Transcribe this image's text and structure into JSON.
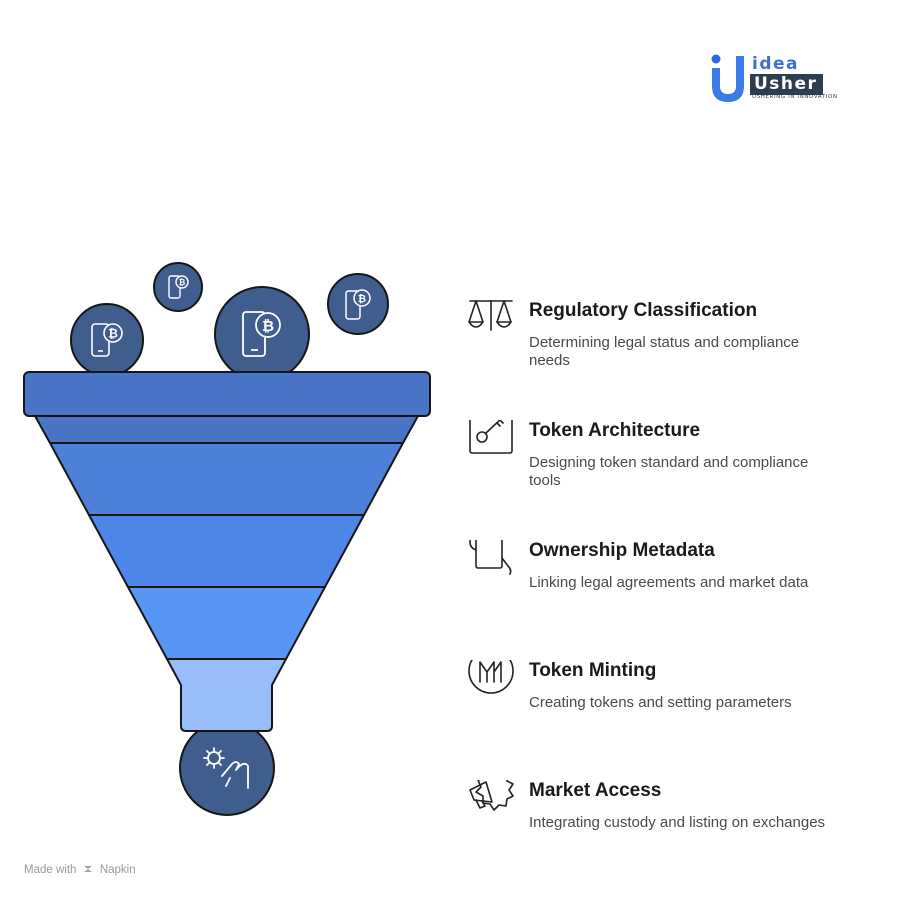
{
  "logo": {
    "word1": "idea",
    "word2": "Usher",
    "tagline": "USHERING IN INNOVATION"
  },
  "colors": {
    "band1": "#4a74c6",
    "band2": "#4d80d9",
    "band3": "#4c86e6",
    "band4": "#5896f5",
    "band5": "#99bdfb",
    "circle": "#3f5e8e",
    "outline": "#161616"
  },
  "steps": [
    {
      "title": "Regulatory Classification",
      "description": "Determining legal status and compliance needs",
      "icon": "scales-icon"
    },
    {
      "title": "Token Architecture",
      "description": "Designing token standard and compliance tools",
      "icon": "key-icon"
    },
    {
      "title": "Ownership Metadata",
      "description": "Linking legal agreements and market data",
      "icon": "document-hand-icon"
    },
    {
      "title": "Token Minting",
      "description": "Creating tokens and setting parameters",
      "icon": "minting-icon"
    },
    {
      "title": "Market Access",
      "description": "Integrating custody and listing on exchanges",
      "icon": "megaphone-icon"
    }
  ],
  "funnel_icons": [
    "bitcoin-phone-icon",
    "bitcoin-phone-icon",
    "bitcoin-phone-icon",
    "bitcoin-phone-icon",
    "gear-hand-icon"
  ],
  "footer": {
    "made_with": "Made with",
    "brand": "Napkin"
  }
}
